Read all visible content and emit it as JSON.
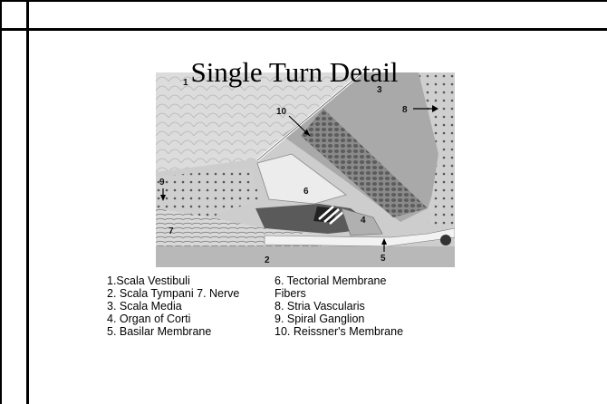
{
  "slide": {
    "title": "Single Turn Detail"
  },
  "figure": {
    "labels": [
      "1",
      "2",
      "3",
      "4",
      "5",
      "6",
      "7",
      "8",
      "9",
      "10"
    ]
  },
  "legend": {
    "line1_left": "1.Scala Vestibuli",
    "line1_right": "6. Tectorial Membrane",
    "line2_left": "2. Scala Tympani 7. Nerve",
    "line2_right": "Fibers",
    "line3_left": "3. Scala Media",
    "line3_right": "8. Stria Vascularis",
    "line4_left": "4. Organ of Corti",
    "line4_right": "9. Spiral Ganglion",
    "line5_left": "5. Basilar Membrane",
    "line5_right": "10. Reissner's Membrane"
  }
}
